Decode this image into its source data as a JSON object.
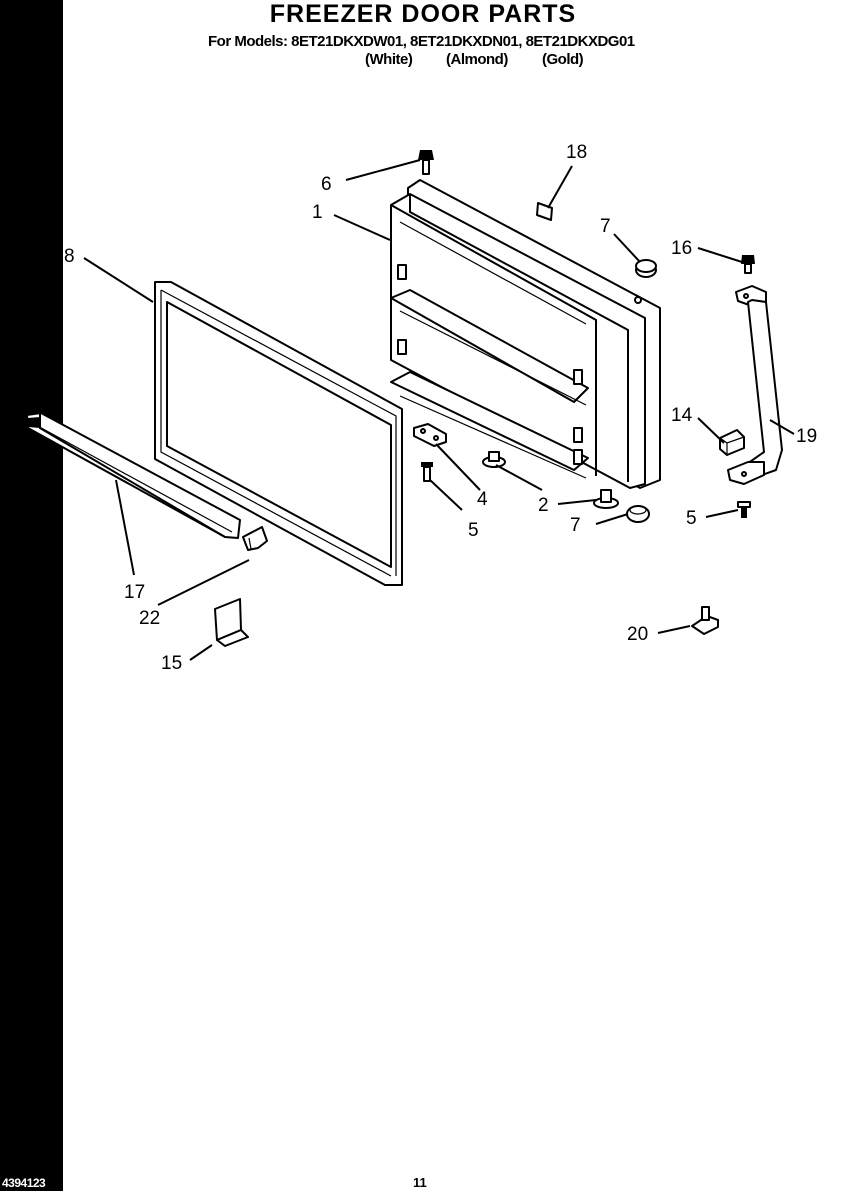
{
  "header": {
    "title": "FREEZER DOOR PARTS",
    "models_line": "For Models: 8ET21DKXDW01, 8ET21DKXDN01, 8ET21DKXDG01",
    "variants": [
      "(White)",
      "(Almond)",
      "(Gold)"
    ]
  },
  "callouts": {
    "c1": "1",
    "c2": "2",
    "c4": "4",
    "c5a": "5",
    "c5b": "5",
    "c6": "6",
    "c7a": "7",
    "c7b": "7",
    "c8": "8",
    "c14": "14",
    "c15": "15",
    "c16": "16",
    "c17": "17",
    "c18": "18",
    "c19": "19",
    "c20": "20",
    "c22": "22"
  },
  "footer": {
    "doc_number": "4394123",
    "page_number": "11"
  },
  "colors": {
    "ink": "#000000",
    "paper": "#ffffff"
  }
}
